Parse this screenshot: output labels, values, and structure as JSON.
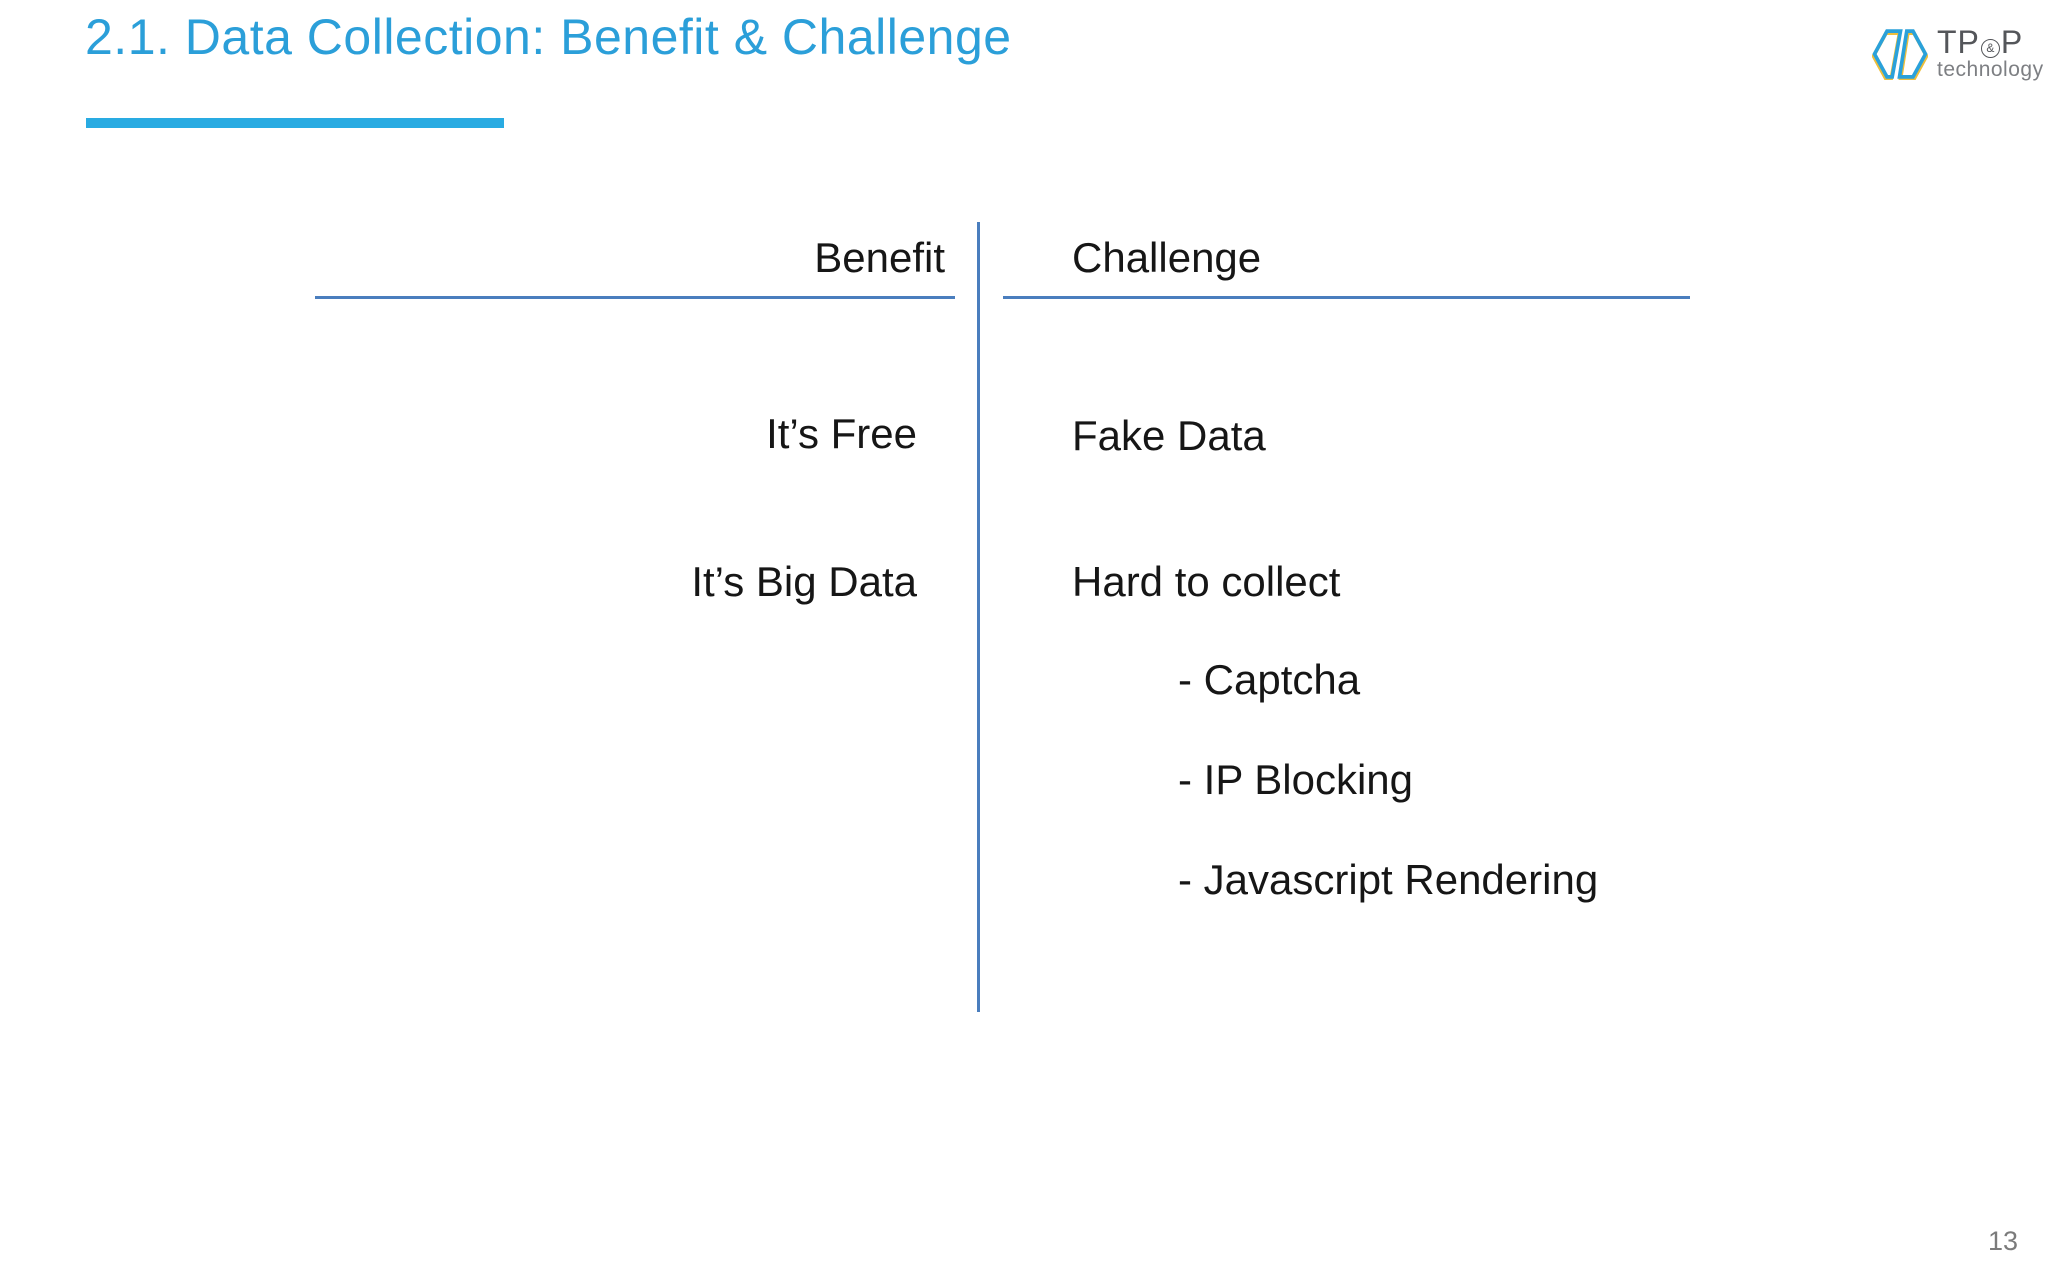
{
  "slide": {
    "title": "2.1. Data Collection: Benefit & Challenge",
    "page_number": "13"
  },
  "logo": {
    "name": "TP&P technology logo",
    "text_tp": "TP",
    "text_amp": "&",
    "text_p": "P",
    "text_sub": "technology"
  },
  "comparison": {
    "benefit": {
      "header": "Benefit",
      "items": [
        "It’s Free",
        "It’s Big Data"
      ]
    },
    "challenge": {
      "header": "Challenge",
      "items": [
        "Fake Data",
        "Hard to collect"
      ],
      "subitems": [
        "- Captcha",
        "- IP Blocking",
        "- Javascript Rendering"
      ]
    }
  },
  "colors": {
    "title": "#2B9FD9",
    "accent_bar": "#29ABE2",
    "divider": "#4A7EBE",
    "text": "#161616",
    "page_number": "#7B7B7B",
    "logo_dark": "#54565A",
    "logo_gray": "#7D7F83",
    "logo_blue": "#2AA1DA",
    "logo_yellow": "#EDBE3B"
  }
}
